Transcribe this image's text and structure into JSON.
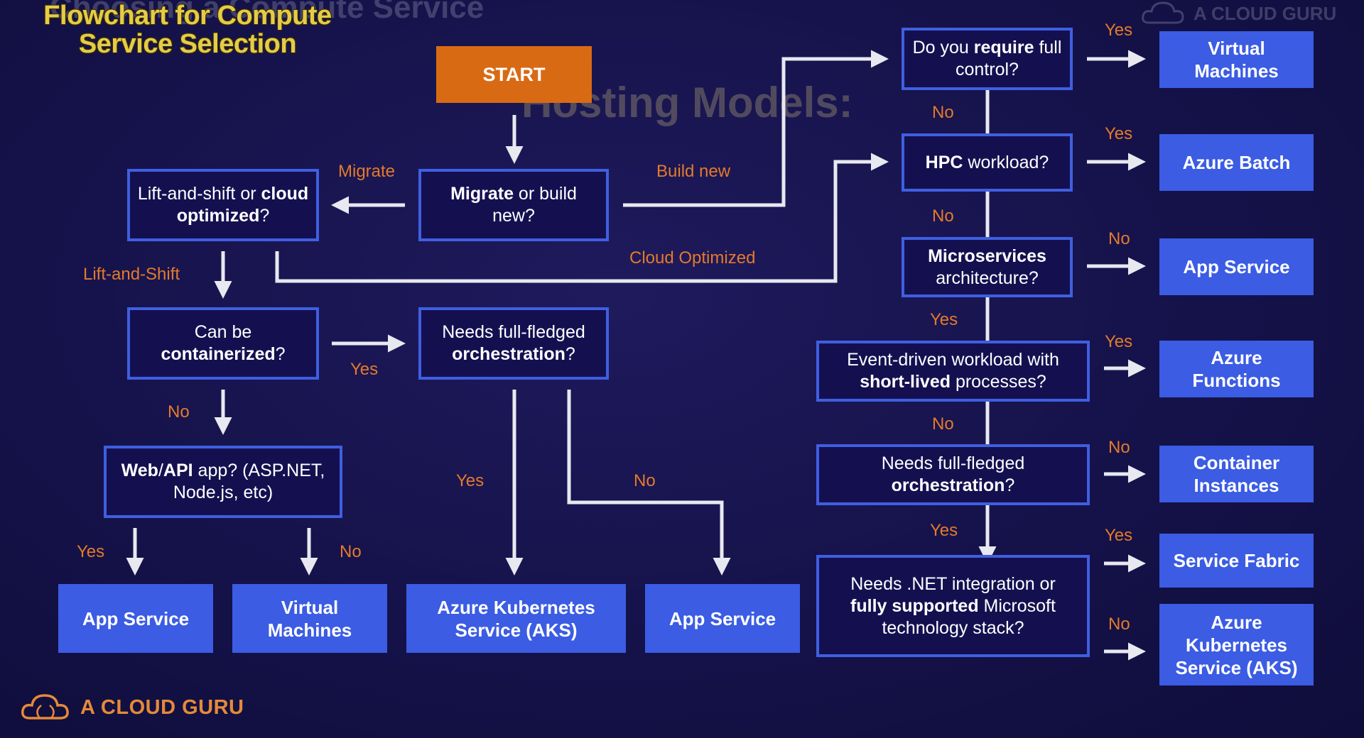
{
  "ghost": {
    "top_title": "Choosing a Compute Service",
    "hosting_models": "Hosting Models:",
    "top_logo": "A CLOUD GURU"
  },
  "title": {
    "line1": "Flowchart for Compute",
    "line2": "Service Selection"
  },
  "start": "START",
  "questions": {
    "migrate_or_build": {
      "b1": "Migrate",
      "t1": " or build new?"
    },
    "lift_shift": {
      "t1": "Lift-and-shift or ",
      "b1": "cloud optimized",
      "t2": "?"
    },
    "containerized": {
      "t1": "Can be ",
      "b1": "containerized",
      "t2": "?"
    },
    "orchestration_left": {
      "t1": "Needs full-fledged ",
      "b1": "orchestration",
      "t2": "?"
    },
    "web_api": {
      "b1": "Web",
      "t1": "/",
      "b2": "API",
      "t2": " app? (ASP.NET, Node.js, etc)"
    },
    "full_control": {
      "t1": "Do you ",
      "b1": "require",
      "t2": " full control?"
    },
    "hpc": {
      "b1": "HPC",
      "t1": " workload?"
    },
    "microservices": {
      "b1": "Microservices",
      "t1": " architecture?"
    },
    "event_driven": {
      "t1": "Event-driven workload with ",
      "b1": "short-lived",
      "t2": " processes?"
    },
    "orchestration_right": {
      "t1": "Needs full-fledged ",
      "b1": "orchestration",
      "t2": "?"
    },
    "dotnet": {
      "t1": "Needs .NET integration or ",
      "b1": "fully supported",
      "t2": " Microsoft technology stack?"
    }
  },
  "results": {
    "app_service_1": "App Service",
    "vms_1": "Virtual Machines",
    "aks_1": "Azure Kubernetes Service (AKS)",
    "app_service_2": "App Service",
    "vms_2": "Virtual Machines",
    "batch": "Azure Batch",
    "app_service_3": "App Service",
    "functions": "Azure Functions",
    "container_instances": "Container Instances",
    "service_fabric": "Service Fabric",
    "aks_2": "Azure Kubernetes Service (AKS)"
  },
  "labels": {
    "migrate": "Migrate",
    "build_new": "Build new",
    "cloud_optimized": "Cloud Optimized",
    "lift_and_shift": "Lift-and-Shift",
    "contain_yes": "Yes",
    "contain_no": "No",
    "web_yes": "Yes",
    "web_no": "No",
    "orch_yes": "Yes",
    "orch_no": "No",
    "control_yes": "Yes",
    "control_no": "No",
    "hpc_yes": "Yes",
    "hpc_no": "No",
    "micro_no": "No",
    "micro_yes": "Yes",
    "event_yes": "Yes",
    "event_no": "No",
    "orch_r_no": "No",
    "orch_r_yes": "Yes",
    "dotnet_yes": "Yes",
    "dotnet_no": "No"
  },
  "logo": "A CLOUD GURU",
  "colors": {
    "background": "#15124a",
    "title": "#e5cc48",
    "box_border": "#3f5fe0",
    "result_fill": "#3b5ce3",
    "start_fill": "#d96a14",
    "label": "#e47a2a",
    "arrow": "#e8e8f0"
  },
  "icons": {
    "logo": "cloud-icon"
  }
}
